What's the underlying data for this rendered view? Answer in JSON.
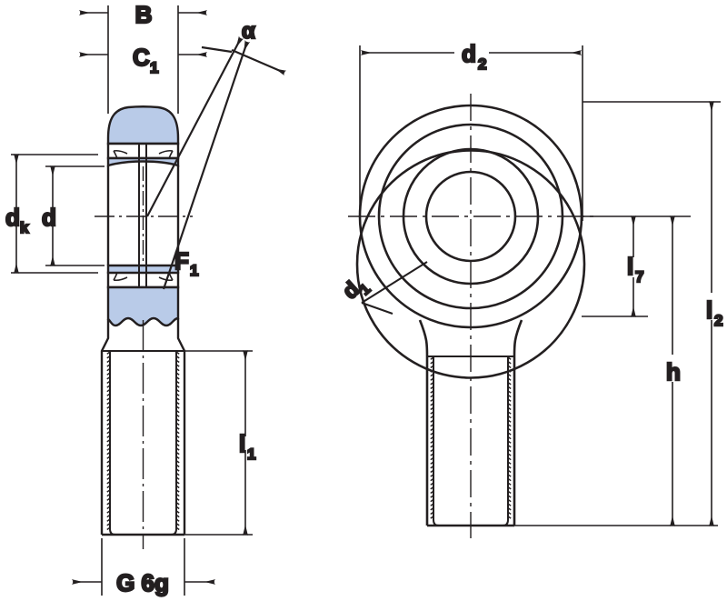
{
  "drawing": {
    "title": "Rod end bearing technical drawing",
    "background": "#ffffff",
    "line_color": "#231f20",
    "fill_blue": "#b9cbe8",
    "fill_white": "#ffffff",
    "views": {
      "section_view": {
        "name": "sectional-side-view",
        "description": "Longitudinal section through spherical plain bearing and threaded male shank"
      },
      "front_view": {
        "name": "front-view",
        "description": "Front elevation of bearing housing eye with concentric races and threaded shank"
      }
    },
    "labels": {
      "B": "B",
      "C1": "C",
      "C1_sub": "1",
      "alpha": "α",
      "dk": "d",
      "dk_sub": "k",
      "d": "d",
      "F1": "F",
      "F1_sub": "1",
      "l1": "l",
      "l1_sub": "1",
      "G6g": "G 6g",
      "d2": "d",
      "d2_sub": "2",
      "l7": "l",
      "l7_sub": "7",
      "h": "h",
      "l2": "l",
      "l2_sub": "2",
      "d1_angled": "d",
      "d1_angled_sub": "1"
    },
    "dimension_list": [
      {
        "symbol": "B",
        "kind": "width",
        "view": "section",
        "arrows": "outward"
      },
      {
        "symbol": "C1",
        "kind": "width",
        "view": "section",
        "arrows": "outward"
      },
      {
        "symbol": "α",
        "kind": "angle",
        "view": "section",
        "arrows": "leader"
      },
      {
        "symbol": "dk",
        "kind": "height",
        "view": "section",
        "arrows": "inward"
      },
      {
        "symbol": "d",
        "kind": "height",
        "view": "section",
        "arrows": "inward"
      },
      {
        "symbol": "F1",
        "kind": "note",
        "view": "section",
        "arrows": "none"
      },
      {
        "symbol": "l1",
        "kind": "height",
        "view": "section",
        "arrows": "inward"
      },
      {
        "symbol": "G 6g",
        "kind": "thread",
        "view": "section",
        "arrows": "outward"
      },
      {
        "symbol": "d2",
        "kind": "width",
        "view": "front",
        "arrows": "inward"
      },
      {
        "symbol": "l7",
        "kind": "height",
        "view": "front",
        "arrows": "inward"
      },
      {
        "symbol": "h",
        "kind": "height",
        "view": "front",
        "arrows": "inward"
      },
      {
        "symbol": "l2",
        "kind": "height",
        "view": "front",
        "arrows": "inward"
      }
    ]
  }
}
